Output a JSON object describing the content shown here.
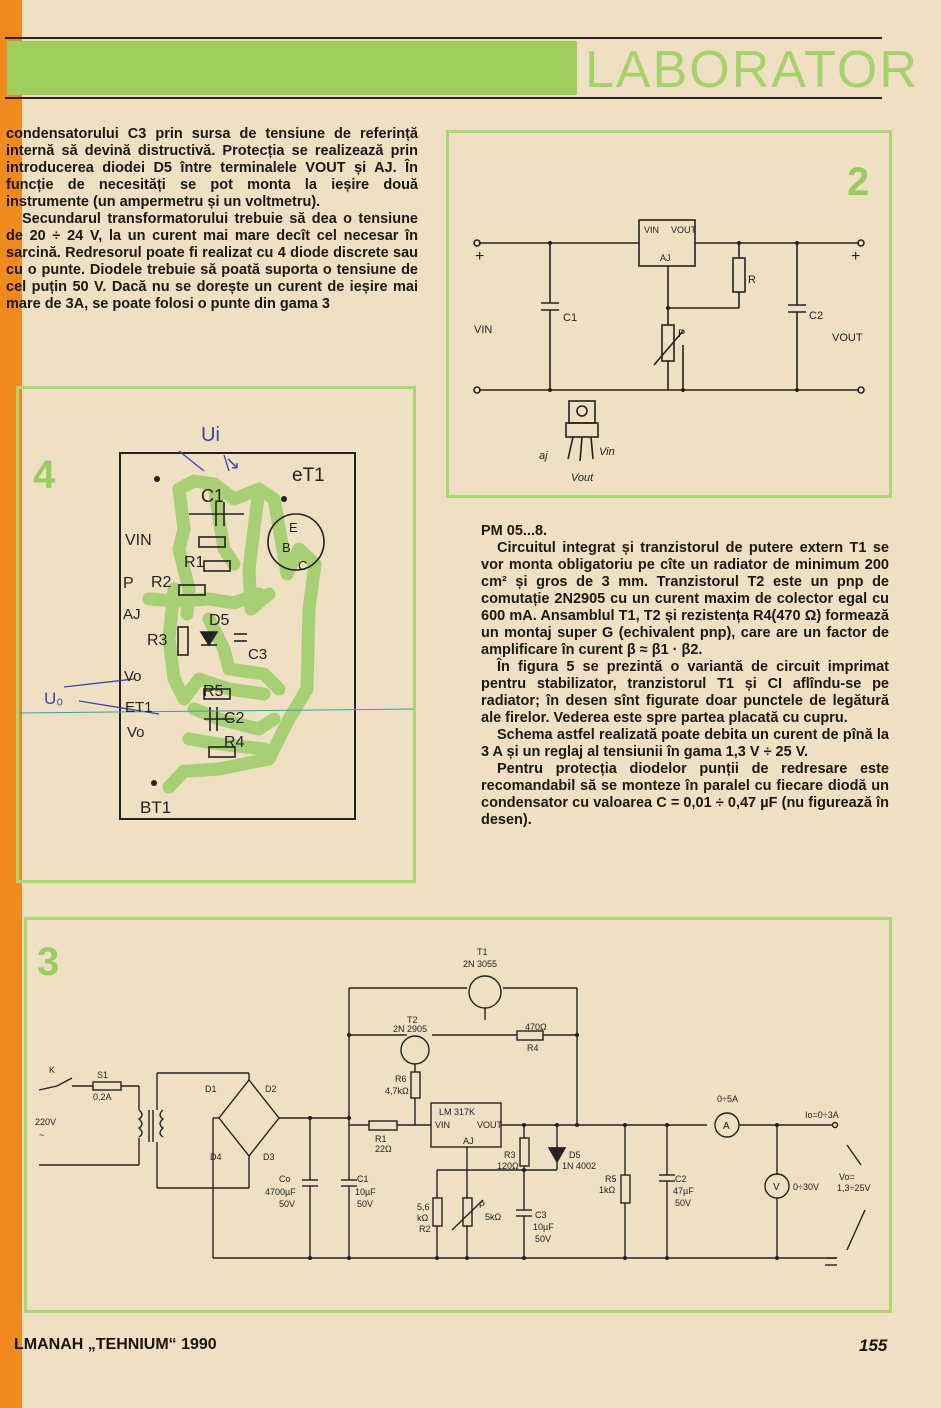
{
  "header": {
    "title": "LABORATOR"
  },
  "left_text": {
    "p1": "condensatorului C3 prin sursa de tensiune de referință internă să devină distructivă. Protecția se realizează prin introducerea diodei D5 între terminalele VOUT și AJ. În funcție de necesități se pot monta la ieșire două instrumente (un ampermetru și un voltmetru).",
    "p2": "Secundarul transformatorului trebuie să dea o tensiune de 20 ÷ 24 V, la un curent mai mare decît cel necesar în sarcină. Redresorul poate fi realizat cu 4 diode discrete sau cu o punte. Diodele trebuie să poată suporta o tensiune de cel puțin 50 V. Dacă nu se dorește un curent de ieșire mai mare de 3A, se poate folosi o punte din gama 3"
  },
  "right_text": {
    "pm": "PM 05...8.",
    "p1": "Circuitul integrat și tranzistorul de putere extern T1 se vor monta obligatoriu pe cîte un radiator de minimum 200 cm² și gros de 3 mm. Tranzistorul T2 este un pnp de comutație 2N2905 cu un curent maxim de colector egal cu 600 mA. Ansamblul T1, T2 și rezistența R4(470 Ω) formează un montaj super G (echivalent pnp), care are un factor de amplificare în curent β ≈ β1 · β2.",
    "p2": "În figura 5 se prezintă o variantă de circuit imprimat pentru stabilizator, tranzistorul T1 și CI aflîndu-se pe radiator; în desen sînt figurate doar punctele de legătură ale firelor. Vederea este spre partea placată cu cupru.",
    "p3": "Schema astfel realizată poate debita un curent de pînă la 3 A și un reglaj al tensiunii în gama 1,3 V ÷ 25 V.",
    "p4": "Pentru protecția diodelor punții de redresare este recomandabil să se monteze în paralel cu fiecare diodă un condensator cu valoarea C = 0,01 ÷ 0,47 µF (nu figurează în desen)."
  },
  "fig2": {
    "number": "2",
    "vin": "VIN",
    "vout": "VOUT",
    "ic_vin": "VIN",
    "ic_vout": "VOUT",
    "ic_aj": "AJ",
    "r": "R",
    "c1": "C1",
    "c2": "C2",
    "p": "P",
    "plus": "+",
    "pin_aj": "aj",
    "pin_vin": "Vin",
    "pin_vout": "Vout"
  },
  "fig4": {
    "number": "4",
    "ui": "Ui",
    "uo": "U₀",
    "arrow": "↘",
    "c1": "C1",
    "c2": "C2",
    "c3": "C3",
    "r1": "R1",
    "r2": "R2",
    "r3": "R3",
    "r4": "R4",
    "r5": "R5",
    "d5": "D5",
    "vin": "VIN",
    "p": "P",
    "aj": "AJ",
    "vo1": "Vo",
    "vo2": "Vo",
    "et1": "ET1",
    "et1b": "eT1",
    "bt1": "BT1",
    "e": "E",
    "b": "B",
    "c": "C"
  },
  "fig3": {
    "number": "3",
    "k": "K",
    "s1": "S1",
    "s1_val": "0,2A",
    "mains": "220V",
    "ac": "~",
    "d1": "D1",
    "d2": "D2",
    "d3": "D3",
    "d4": "D4",
    "co": "Co",
    "co_val1": "4700µF",
    "co_val2": "50V",
    "c1": "C1",
    "c1_val1": "10µF",
    "c1_val2": "50V",
    "r1": "R1",
    "r1_val": "22Ω",
    "t1": "T1",
    "t1_type": "2N 3055",
    "t2": "T2",
    "t2_type": "2N 2905",
    "r4": "R4",
    "r4_val": "470Ω",
    "r6": "R6",
    "r6_val": "4,7kΩ",
    "ic": "LM 317K",
    "ic_vin": "VIN",
    "ic_vout": "VOUT",
    "ic_aj": "AJ",
    "r3": "R3",
    "r3_val": "120Ω",
    "d5": "D5",
    "d5_type": "1N 4002",
    "r2": "R2",
    "r2_val1": "5,6",
    "r2_val2": "kΩ",
    "p": "P",
    "p_val": "5kΩ",
    "c3": "C3",
    "c3_val1": "10µF",
    "c3_val2": "50V",
    "r5": "R5",
    "r5_val": "1kΩ",
    "c2": "C2",
    "c2_val1": "47µF",
    "c2_val2": "50V",
    "ammeter_range": "0÷5A",
    "a": "A",
    "voltmeter_range": "0÷30V",
    "v": "V",
    "io": "Io=0÷3A",
    "vo": "Vo=",
    "vo_range": "1,3÷25V"
  },
  "footer": {
    "left": "LMANAH „TEHNIUM“ 1990",
    "right": "155"
  }
}
